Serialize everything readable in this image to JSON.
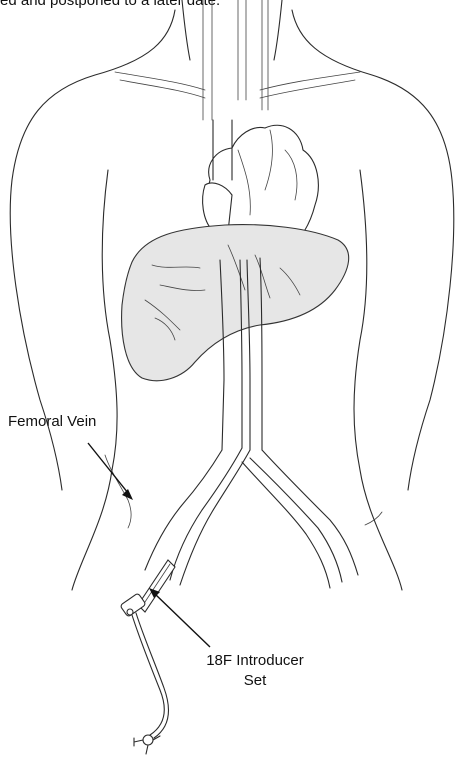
{
  "caption": {
    "text": "ed and postponed to a later date."
  },
  "labels": {
    "femoral_vein": "Femoral Vein",
    "introducer_line1": "18F Introducer",
    "introducer_line2": "Set"
  }
}
